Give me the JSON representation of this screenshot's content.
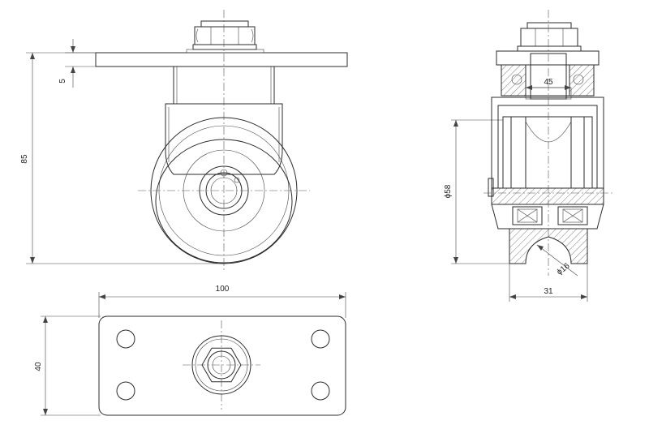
{
  "views": {
    "front": {
      "name": "front-view"
    },
    "top": {
      "name": "top-view"
    },
    "side": {
      "name": "side-section-view"
    }
  },
  "dimensions": {
    "plate_thickness": "5",
    "overall_height": "85",
    "plate_length": "100",
    "plate_width": "40",
    "inner_width": "45",
    "wheel_diameter": "ϕ58",
    "wheel_width": "31",
    "groove_diameter": "ϕ16"
  },
  "colors": {
    "line": "#2b2b2b",
    "hatch": "#444444"
  }
}
